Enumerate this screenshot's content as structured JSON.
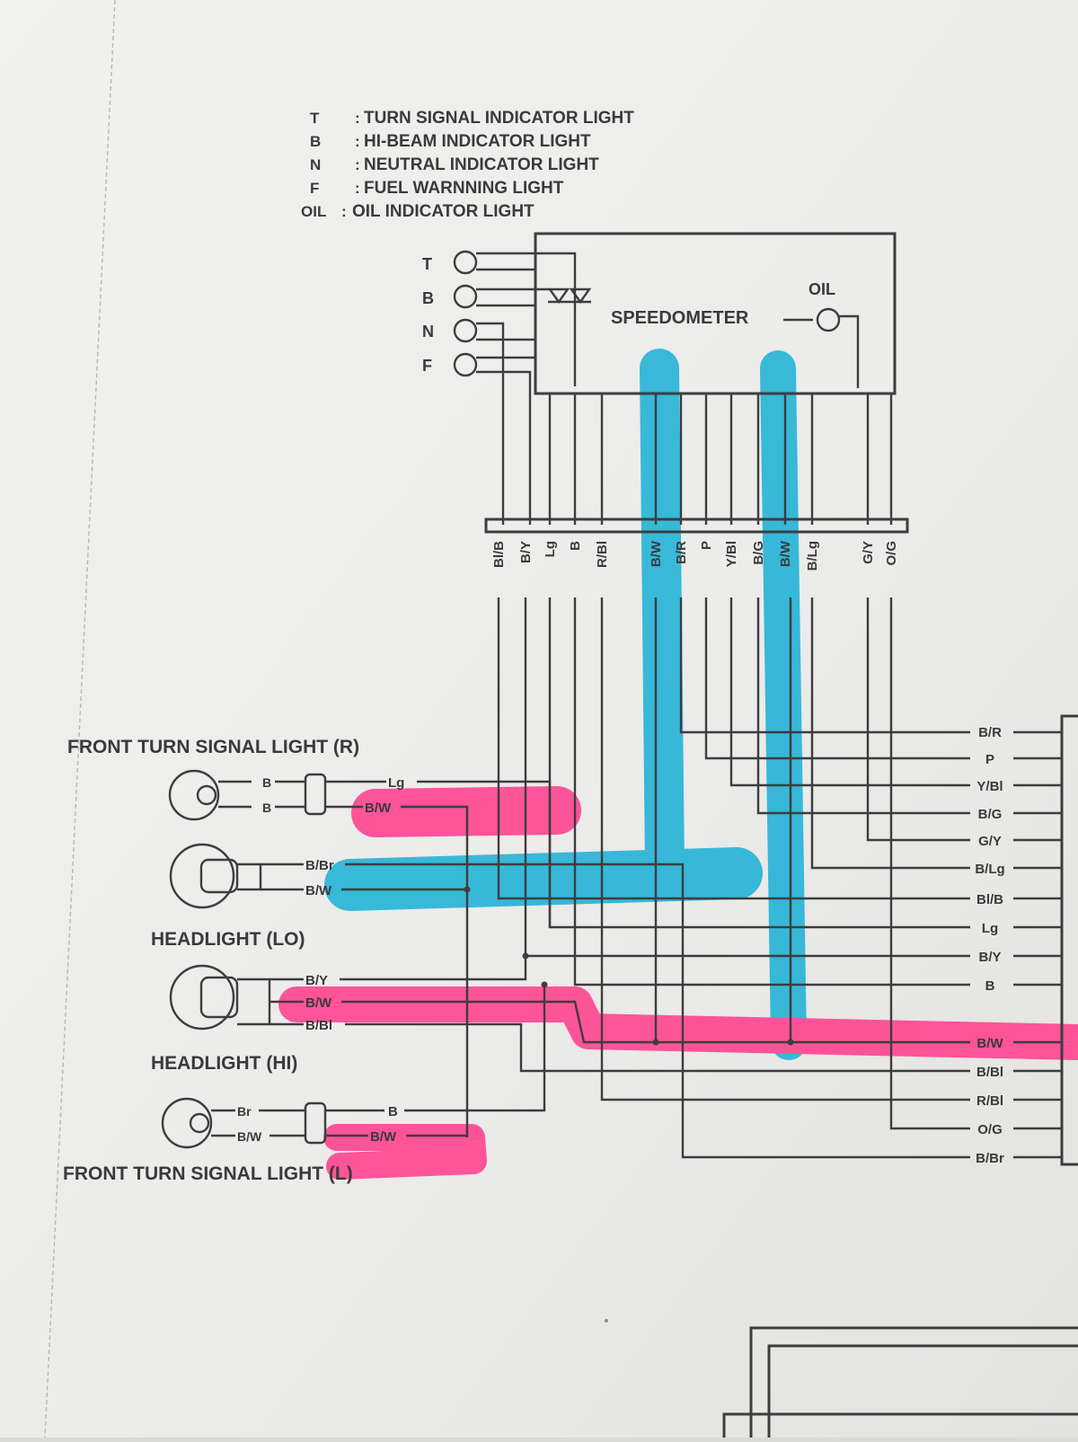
{
  "legend": [
    {
      "key": "T",
      "sep": ":",
      "text": "TURN SIGNAL INDICATOR LIGHT"
    },
    {
      "key": "B",
      "sep": ":",
      "text": "HI-BEAM INDICATOR LIGHT"
    },
    {
      "key": "N",
      "sep": ":",
      "text": "NEUTRAL INDICATOR LIGHT"
    },
    {
      "key": "F",
      "sep": ":",
      "text": "FUEL WARNNING LIGHT"
    },
    {
      "key": "OIL",
      "sep": ":",
      "text": "OIL INDICATOR LIGHT"
    }
  ],
  "speedometer": {
    "label": "SPEEDOMETER",
    "oil_label": "OIL",
    "indicators": [
      "T",
      "B",
      "N",
      "F"
    ]
  },
  "connector_wires": [
    "Bl/B",
    "B/Y",
    "Lg",
    "B",
    "R/Bl",
    "B/W",
    "B/R",
    "P",
    "Y/Bl",
    "B/G",
    "B/W",
    "B/Lg",
    "G/Y",
    "O/G"
  ],
  "harness_wires": [
    "B/R",
    "P",
    "Y/Bl",
    "B/G",
    "G/Y",
    "B/Lg",
    "Bl/B",
    "Lg",
    "B/Y",
    "B",
    "B/W",
    "B/Bl",
    "R/Bl",
    "O/G",
    "B/Br"
  ],
  "components": {
    "front_turn_r": {
      "title": "FRONT TURN SIGNAL LIGHT (R)",
      "lamp_wires": [
        "B",
        "B"
      ],
      "harness_wires": [
        "Lg",
        "B/W"
      ]
    },
    "headlight_lo": {
      "title": "HEADLIGHT (LO)",
      "wires": [
        "B/Br",
        "B/W"
      ]
    },
    "headlight_hi": {
      "title": "HEADLIGHT (HI)",
      "wires": [
        "B/Y",
        "B/W",
        "B/Bl"
      ]
    },
    "front_turn_l": {
      "title": "FRONT TURN SIGNAL LIGHT (L)",
      "lamp_wires": [
        "Br",
        "B/W"
      ],
      "harness_wires": [
        "B",
        "B/W"
      ]
    }
  },
  "highlight_colors": {
    "pink": "#ff3f8e",
    "blue": "#1fb2d6"
  }
}
